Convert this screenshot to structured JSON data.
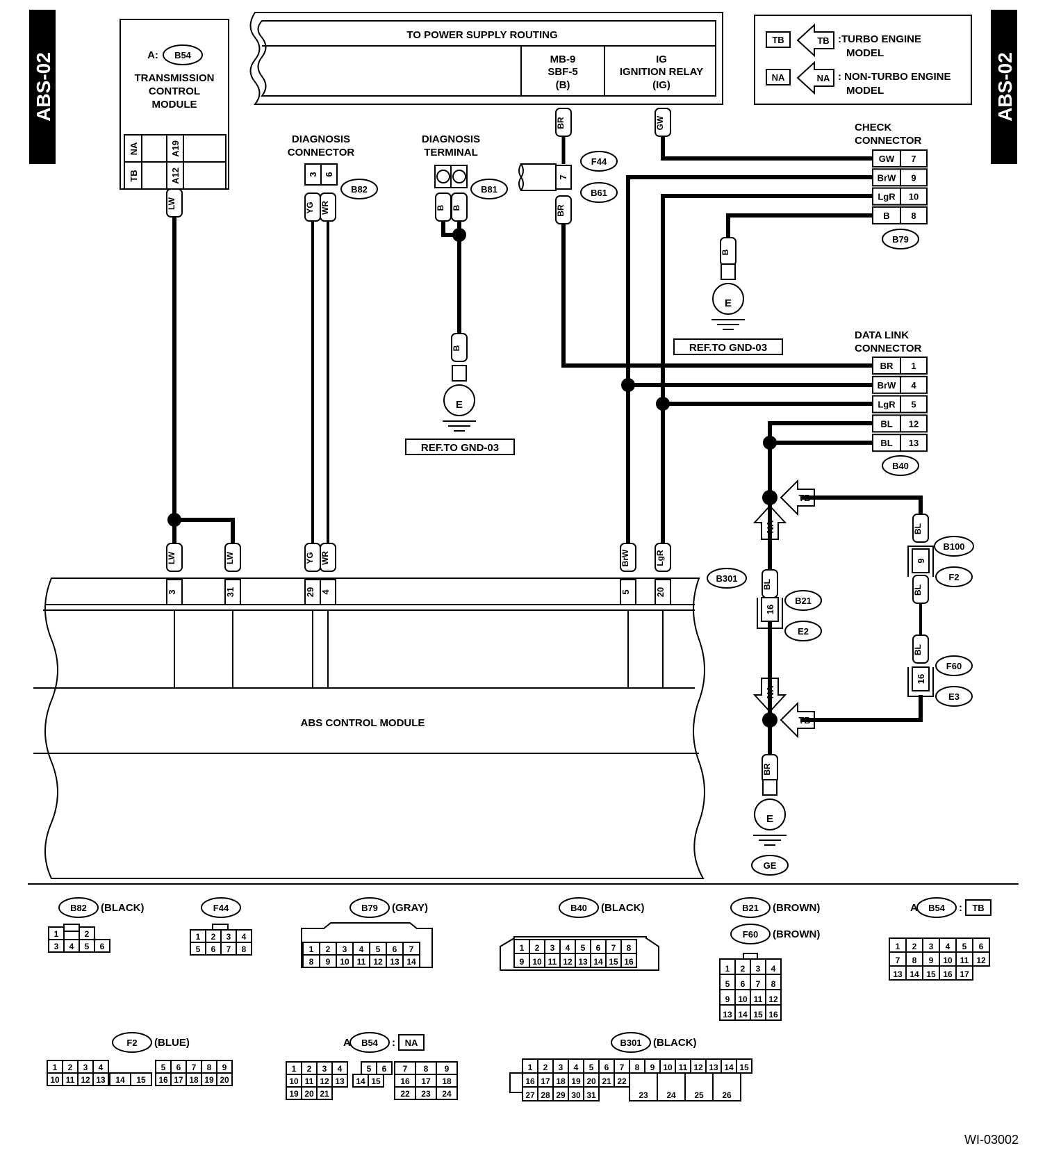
{
  "page_id": "ABS-02",
  "figure_id": "WI-03002",
  "legend": {
    "tb_code": "TB",
    "tb_desc_1": ":TURBO ENGINE",
    "tb_desc_2": "MODEL",
    "na_code": "NA",
    "na_desc_1": ": NON-TURBO ENGINE",
    "na_desc_2": "MODEL"
  },
  "power_supply": {
    "title": "TO POWER SUPPLY ROUTING",
    "fuse_1": "MB-9",
    "fuse_2": "SBF-5",
    "fuse_3": "(B)",
    "relay_1": "IG",
    "relay_2": "IGNITION RELAY",
    "relay_3": "(IG)"
  },
  "tcm": {
    "prefix": "A:",
    "connector": "B54",
    "name_1": "TRANSMISSION",
    "name_2": "CONTROL",
    "name_3": "MODULE",
    "row_na": "NA",
    "row_tb": "TB",
    "pin_na": "A19",
    "pin_tb": "A12"
  },
  "diag_connector": {
    "name_1": "DIAGNOSIS",
    "name_2": "CONNECTOR",
    "connector": "B82",
    "pin_a": "3",
    "pin_b": "6"
  },
  "diag_terminal": {
    "name_1": "DIAGNOSIS",
    "name_2": "TERMINAL",
    "connector": "B81"
  },
  "f44_b61": {
    "pin": "7",
    "f44": "F44",
    "b61": "B61"
  },
  "check_connector": {
    "name_1": "CHECK",
    "name_2": "CONNECTOR",
    "connector": "B79",
    "pins": [
      {
        "color": "GW",
        "pin": "7"
      },
      {
        "color": "BrW",
        "pin": "9"
      },
      {
        "color": "LgR",
        "pin": "10"
      },
      {
        "color": "B",
        "pin": "8"
      }
    ]
  },
  "data_link_connector": {
    "name_1": "DATA LINK",
    "name_2": "CONNECTOR",
    "connector": "B40",
    "pins": [
      {
        "color": "BR",
        "pin": "1"
      },
      {
        "color": "BrW",
        "pin": "4"
      },
      {
        "color": "LgR",
        "pin": "5"
      },
      {
        "color": "BL",
        "pin": "12"
      },
      {
        "color": "BL",
        "pin": "13"
      }
    ]
  },
  "ground": {
    "symbol": "E",
    "ref_label": "REF.TO GND-03",
    "ge": "GE"
  },
  "wire_colors": {
    "lw": "LW",
    "yg": "YG",
    "wr": "WR",
    "b": "B",
    "br": "BR",
    "gw": "GW",
    "brw": "BrW",
    "lgr": "LgR",
    "bl": "BL"
  },
  "abs_module": {
    "name": "ABS CONTROL MODULE",
    "connector": "B301",
    "pins": [
      "3",
      "31",
      "29",
      "4",
      "5",
      "20"
    ]
  },
  "right_branch": {
    "tb": "TB",
    "na": "NA",
    "b100": "B100",
    "f2": "F2",
    "pin_9": "9",
    "b21": "B21",
    "e2": "E2",
    "pin_16a": "16",
    "f60": "F60",
    "e3": "E3",
    "pin_16b": "16"
  },
  "connector_views": [
    {
      "id": "B82",
      "color": "(BLACK)"
    },
    {
      "id": "F44",
      "color": ""
    },
    {
      "id": "B79",
      "color": "(GRAY)"
    },
    {
      "id": "B40",
      "color": "(BLACK)"
    },
    {
      "id": "B21",
      "color": "(BROWN)"
    },
    {
      "id": "F60",
      "color": "(BROWN)"
    },
    {
      "id": "B54",
      "prefix": "A:",
      "variant": "TB"
    },
    {
      "id": "F2",
      "color": "(BLUE)"
    },
    {
      "id": "B54",
      "prefix": "A:",
      "variant": "NA"
    },
    {
      "id": "B301",
      "color": "(BLACK)"
    }
  ],
  "pin_grids": {
    "b82": [
      [
        "1",
        "",
        "2"
      ],
      [
        "3",
        "4",
        "5",
        "6"
      ]
    ],
    "f44": [
      [
        "1",
        "2",
        "3",
        "4"
      ],
      [
        "5",
        "6",
        "7",
        "8"
      ]
    ],
    "b79": [
      [
        "1",
        "2",
        "3",
        "4",
        "5",
        "6",
        "7"
      ],
      [
        "8",
        "9",
        "10",
        "11",
        "12",
        "13",
        "14"
      ]
    ],
    "b40": [
      [
        "1",
        "2",
        "3",
        "4",
        "5",
        "6",
        "7",
        "8"
      ],
      [
        "9",
        "10",
        "11",
        "12",
        "13",
        "14",
        "15",
        "16"
      ]
    ],
    "b21": [
      [
        "1",
        "2",
        "3",
        "4"
      ],
      [
        "5",
        "6",
        "7",
        "8"
      ],
      [
        "9",
        "10",
        "11",
        "12"
      ],
      [
        "13",
        "14",
        "15",
        "16"
      ]
    ],
    "b54tb": [
      [
        "1",
        "2",
        "3",
        "4",
        "5",
        "6"
      ],
      [
        "7",
        "8",
        "9",
        "10",
        "11",
        "12"
      ],
      [
        "13",
        "14",
        "15",
        "16",
        "17"
      ]
    ],
    "f2": [
      [
        "1",
        "2",
        "3",
        "4",
        "5",
        "6",
        "7",
        "8",
        "9"
      ],
      [
        "10",
        "11",
        "12",
        "13",
        "14",
        "15",
        "16",
        "17",
        "18",
        "19",
        "20"
      ]
    ],
    "b54na": [
      [
        "1",
        "2",
        "3",
        "4",
        "5",
        "6",
        "7",
        "8",
        "9"
      ],
      [
        "10",
        "11",
        "12",
        "13",
        "14",
        "15",
        "16",
        "17",
        "18"
      ],
      [
        "19",
        "20",
        "21",
        "22",
        "23",
        "24"
      ]
    ],
    "b301": [
      [
        "1",
        "2",
        "3",
        "4",
        "5",
        "6",
        "7",
        "8",
        "9",
        "10",
        "11",
        "12",
        "13",
        "14",
        "15"
      ],
      [
        "16",
        "17",
        "18",
        "19",
        "20",
        "21",
        "22",
        "23",
        "24",
        "25",
        "26"
      ],
      [
        "27",
        "28",
        "29",
        "30",
        "31"
      ]
    ]
  }
}
